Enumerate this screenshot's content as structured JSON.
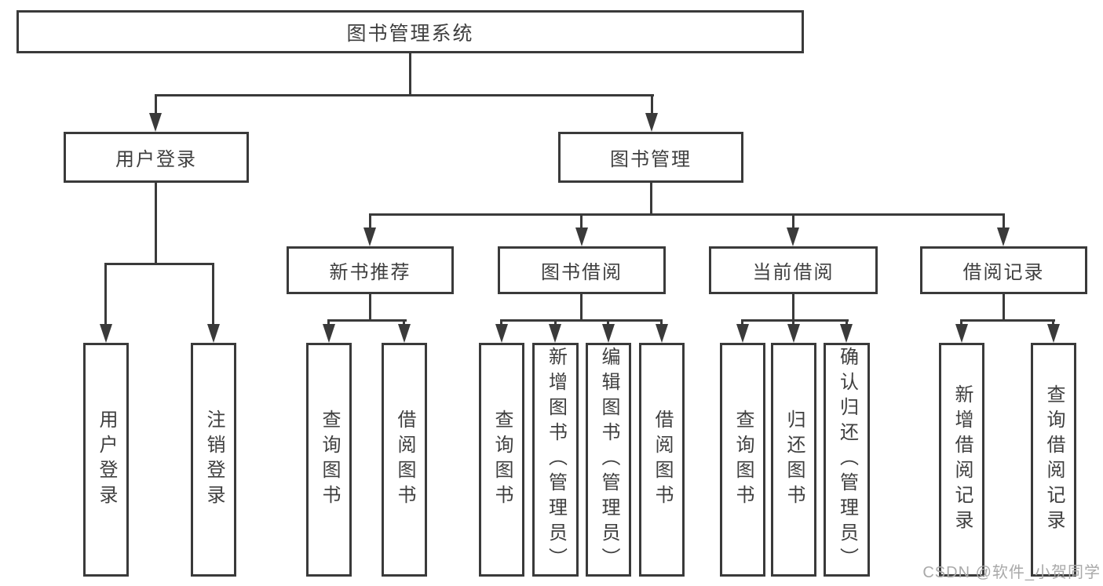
{
  "colors": {
    "line": "#3a3a3a",
    "box_border": "#3a3a3a",
    "text": "#3f3f3f",
    "watermark_text": "#a9a9a9",
    "background": "#ffffff"
  },
  "diagram": {
    "type": "hierarchy-tree",
    "root": {
      "label": "图书管理系统"
    },
    "branches": [
      {
        "label": "用户登录",
        "children": [
          {
            "label": "用户登录"
          },
          {
            "label": "注销登录"
          }
        ]
      },
      {
        "label": "图书管理",
        "children": [
          {
            "label": "新书推荐",
            "children": [
              {
                "label": "查询图书"
              },
              {
                "label": "借阅图书"
              }
            ]
          },
          {
            "label": "图书借阅",
            "children": [
              {
                "label": "查询图书"
              },
              {
                "label": "新增图书（管理员）"
              },
              {
                "label": "编辑图书（管理员）"
              },
              {
                "label": "借阅图书"
              }
            ]
          },
          {
            "label": "当前借阅",
            "children": [
              {
                "label": "查询图书"
              },
              {
                "label": "归还图书"
              },
              {
                "label": "确认归还（管理员）"
              }
            ]
          },
          {
            "label": "借阅记录",
            "children": [
              {
                "label": "新增借阅记录"
              },
              {
                "label": "查询借阅记录"
              }
            ]
          }
        ]
      }
    ]
  },
  "watermark": "CSDN @软件_小贺同学"
}
